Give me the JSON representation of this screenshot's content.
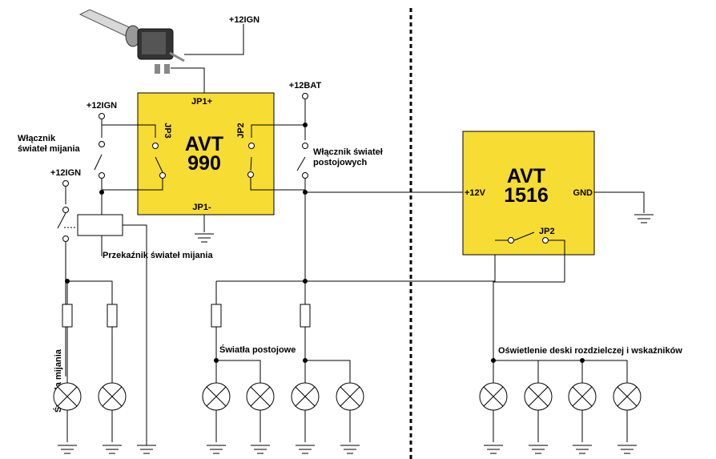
{
  "modules": {
    "avt990": {
      "line1": "AVT",
      "line2": "990",
      "jp1_plus": "JP1+",
      "jp1_minus": "JP1-",
      "jp2": "JP2",
      "jp3": "JP3"
    },
    "avt1516": {
      "line1": "AVT",
      "line2": "1516",
      "plus12v": "+12V",
      "gnd": "GND",
      "jp2": "JP2"
    }
  },
  "supplies": {
    "ign_top": "+12IGN",
    "ign_left1": "+12IGN",
    "ign_left2": "+12IGN",
    "bat": "+12BAT"
  },
  "labels": {
    "low_beam_switch_1": "Włącznik",
    "low_beam_switch_2": "świateł mijania",
    "parking_switch_1": "Włącznik świateł",
    "parking_switch_2": "postojowych",
    "relay": "Przekaźnik świateł mijania",
    "low_beam_lights": "Światła mijania",
    "parking_lights": "Światła postojowe",
    "dashboard_lights": "Oświetlenie deski rozdzielczej i wskaźników"
  },
  "colors": {
    "module_fill": "#f6dc33",
    "line": "#000000"
  }
}
